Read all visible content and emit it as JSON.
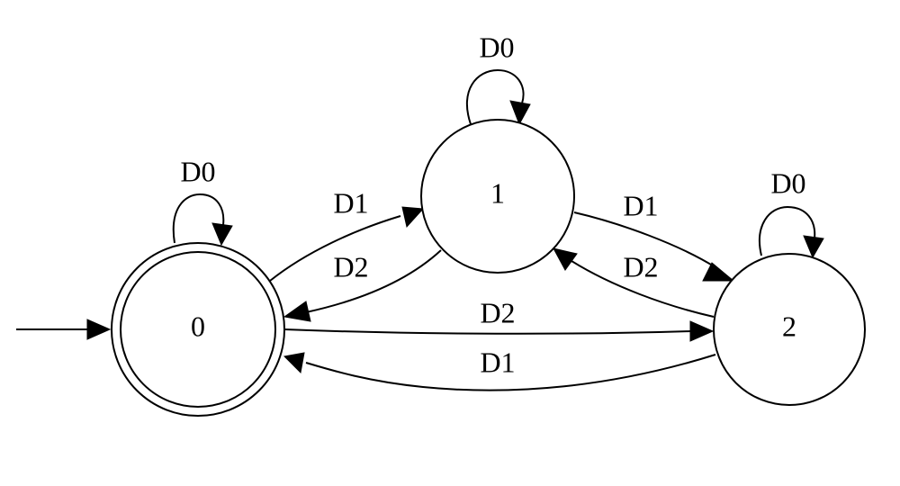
{
  "diagram": {
    "states": [
      {
        "id": "0",
        "label": "0",
        "accepting": true,
        "initial": true
      },
      {
        "id": "1",
        "label": "1",
        "accepting": false,
        "initial": false
      },
      {
        "id": "2",
        "label": "2",
        "accepting": false,
        "initial": false
      }
    ],
    "transitions": [
      {
        "from": "0",
        "to": "0",
        "label": "D0"
      },
      {
        "from": "0",
        "to": "1",
        "label": "D1"
      },
      {
        "from": "1",
        "to": "0",
        "label": "D2"
      },
      {
        "from": "1",
        "to": "1",
        "label": "D0"
      },
      {
        "from": "1",
        "to": "2",
        "label": "D1"
      },
      {
        "from": "2",
        "to": "1",
        "label": "D2"
      },
      {
        "from": "0",
        "to": "2",
        "label": "D2"
      },
      {
        "from": "2",
        "to": "0",
        "label": "D1"
      },
      {
        "from": "2",
        "to": "2",
        "label": "D0"
      }
    ]
  }
}
